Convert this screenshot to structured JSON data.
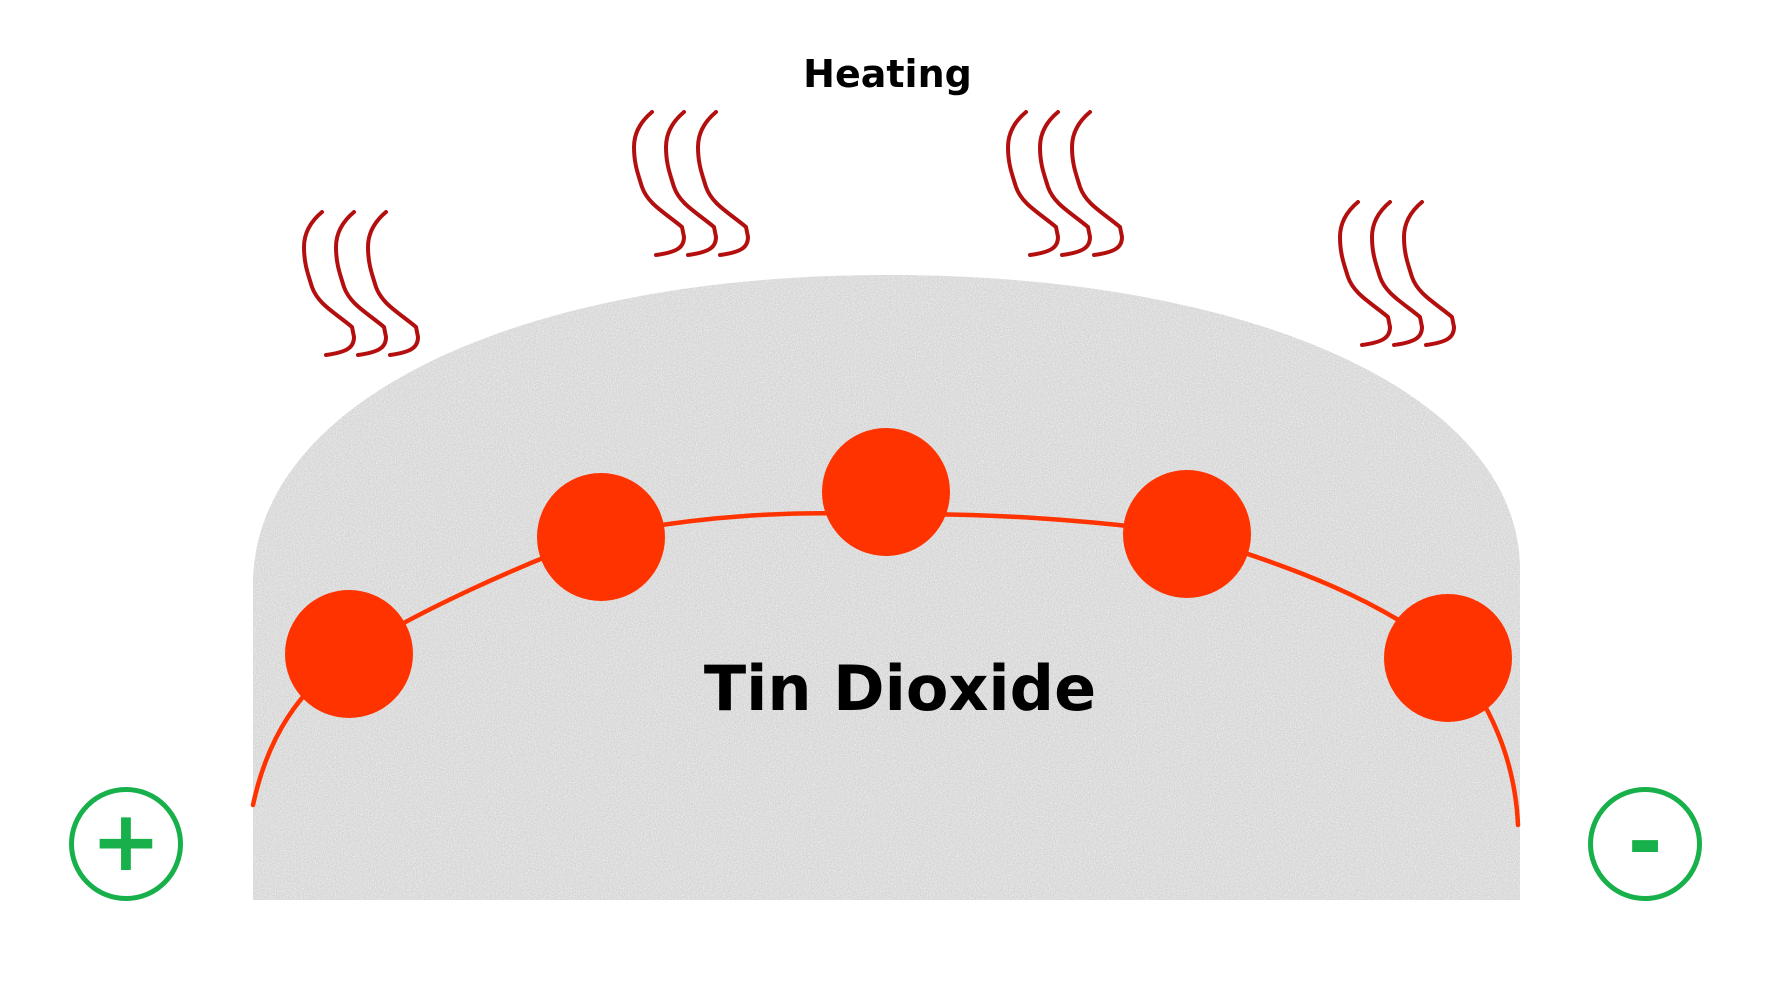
{
  "labels": {
    "heating": "Heating",
    "material": "Tin Dioxide"
  },
  "terminals": {
    "positive": "+",
    "negative": "-"
  },
  "colors": {
    "material_fill": "#d2d2d2",
    "particle": "#ff3300",
    "conduction_path": "#ff3300",
    "heat_waves": "#b30f0f",
    "terminal": "#17b04b",
    "text": "#000000"
  },
  "icons": {
    "heat": "heat-wave-icon",
    "particle": "particle-dot",
    "positive": "plus-terminal-icon",
    "negative": "minus-terminal-icon"
  }
}
